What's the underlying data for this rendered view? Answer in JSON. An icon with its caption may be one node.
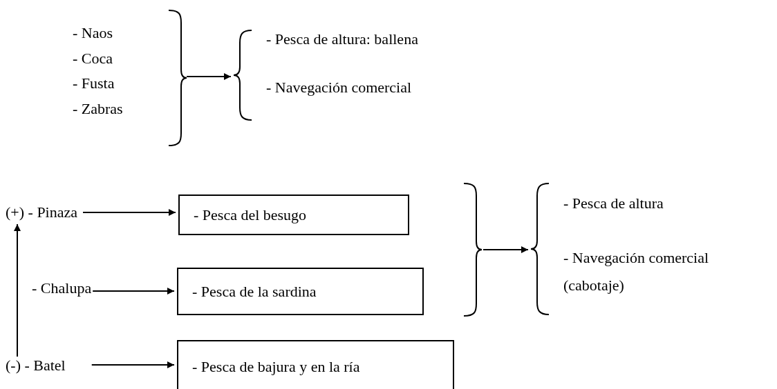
{
  "diagram": {
    "nodes": [
      {
        "text": [
          "- Naos",
          "- Coca",
          "- Fusta",
          "- Zabras"
        ]
      },
      {
        "text": [
          "- Pesca de altura: ballena",
          "- Navegación comercial"
        ]
      },
      {
        "text": [
          "(+) - Pinaza"
        ]
      },
      {
        "text": [
          "- Pesca del besugo"
        ]
      },
      {
        "text": [
          "- Chalupa"
        ]
      },
      {
        "text": [
          "- Pesca de la sardina"
        ]
      },
      {
        "text": [
          "(-) - Batel"
        ]
      },
      {
        "text": [
          "- Pesca de bajura y en la ría"
        ]
      },
      {
        "text": [],
        "shape": "brace"
      },
      {
        "text": [
          "- Pesca de altura",
          "- Navegación comercial (cabotaje)"
        ]
      }
    ],
    "edges": [
      {
        "from": 0,
        "to": 1,
        "arrow": "to"
      },
      {
        "from": 2,
        "to": 3,
        "arrow": "to"
      },
      {
        "from": 4,
        "to": 5,
        "arrow": "to"
      },
      {
        "from": 6,
        "to": 7,
        "arrow": "to"
      },
      {
        "from": 6,
        "to": 2,
        "arrow": "to"
      },
      {
        "from": 8,
        "to": 9,
        "arrow": "to"
      }
    ]
  }
}
